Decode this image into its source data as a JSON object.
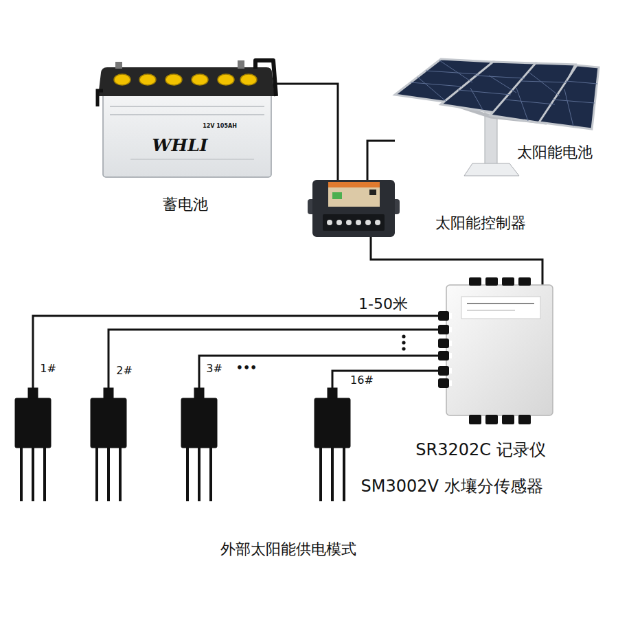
{
  "diagram": {
    "caption": "外部太阳能供电模式",
    "nodes": [
      {
        "text": [
          "WHLI",
          "12V 105AH",
          "蓄电池"
        ]
      },
      {
        "text": [
          "太阳能电池"
        ]
      },
      {
        "text": [
          "太阳能控制器"
        ]
      },
      {
        "text": [
          "SR3202C 记录仪"
        ]
      },
      {
        "text": [
          "1#"
        ]
      },
      {
        "text": [
          "2#"
        ]
      },
      {
        "text": [
          "3#"
        ]
      },
      {
        "text": [
          "16#"
        ]
      }
    ],
    "edges": [
      {
        "from": 0,
        "to": 2,
        "arrow": "none"
      },
      {
        "from": 1,
        "to": 2,
        "arrow": "none"
      },
      {
        "from": 2,
        "to": 3,
        "arrow": "none"
      },
      {
        "from": 3,
        "to": 4,
        "arrow": "none",
        "label": "1-50米"
      },
      {
        "from": 3,
        "to": 5,
        "arrow": "none"
      },
      {
        "from": 3,
        "to": 6,
        "arrow": "none"
      },
      {
        "from": 3,
        "to": 7,
        "arrow": "none"
      }
    ],
    "labels": [
      "•••",
      "SM3002V 水壤分传感器"
    ]
  }
}
